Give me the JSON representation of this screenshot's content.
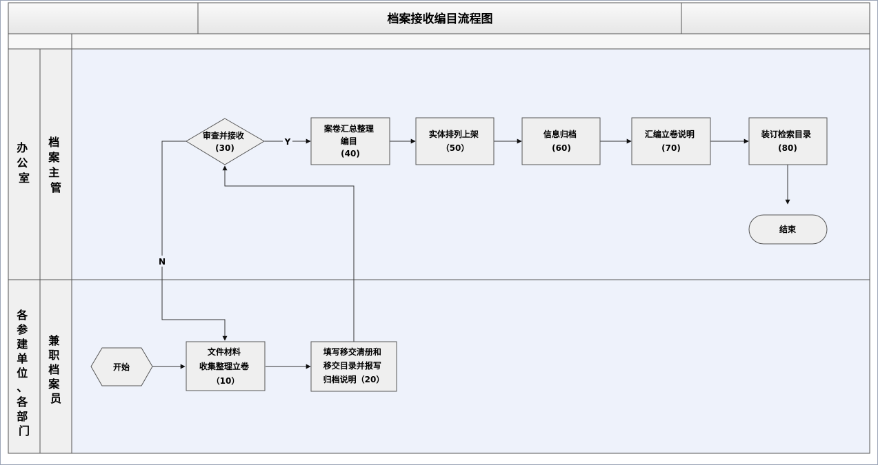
{
  "title": "档案接收编目流程图",
  "lanes": {
    "upper_dept": "办公室",
    "upper_role": "档案主管",
    "lower_dept": "各参建单位、各部门",
    "lower_role": "兼职档案员"
  },
  "nodes": {
    "start": "开始",
    "n10": [
      "文件材料",
      "收集整理立卷",
      "（10）"
    ],
    "n20": [
      "填写移交清册和",
      "移交目录并报写",
      "归档说明（20）"
    ],
    "n30": [
      "审查并接收",
      "(30)"
    ],
    "n40": [
      "案卷汇总整理",
      "编目",
      "(40)"
    ],
    "n50": [
      "实体排列上架",
      "（50）"
    ],
    "n60": [
      "信息归档",
      "(60)"
    ],
    "n70": [
      "汇编立卷说明",
      "(70)"
    ],
    "n80": [
      "装订检索目录",
      "(80)"
    ],
    "end": "结束"
  },
  "edge_labels": {
    "yes": "Y",
    "no": "N"
  },
  "colors": {
    "lane_bg": "#eef2fb",
    "box_fill": "#efefef",
    "header_fill": "#f0f0f0",
    "line": "#333333"
  }
}
